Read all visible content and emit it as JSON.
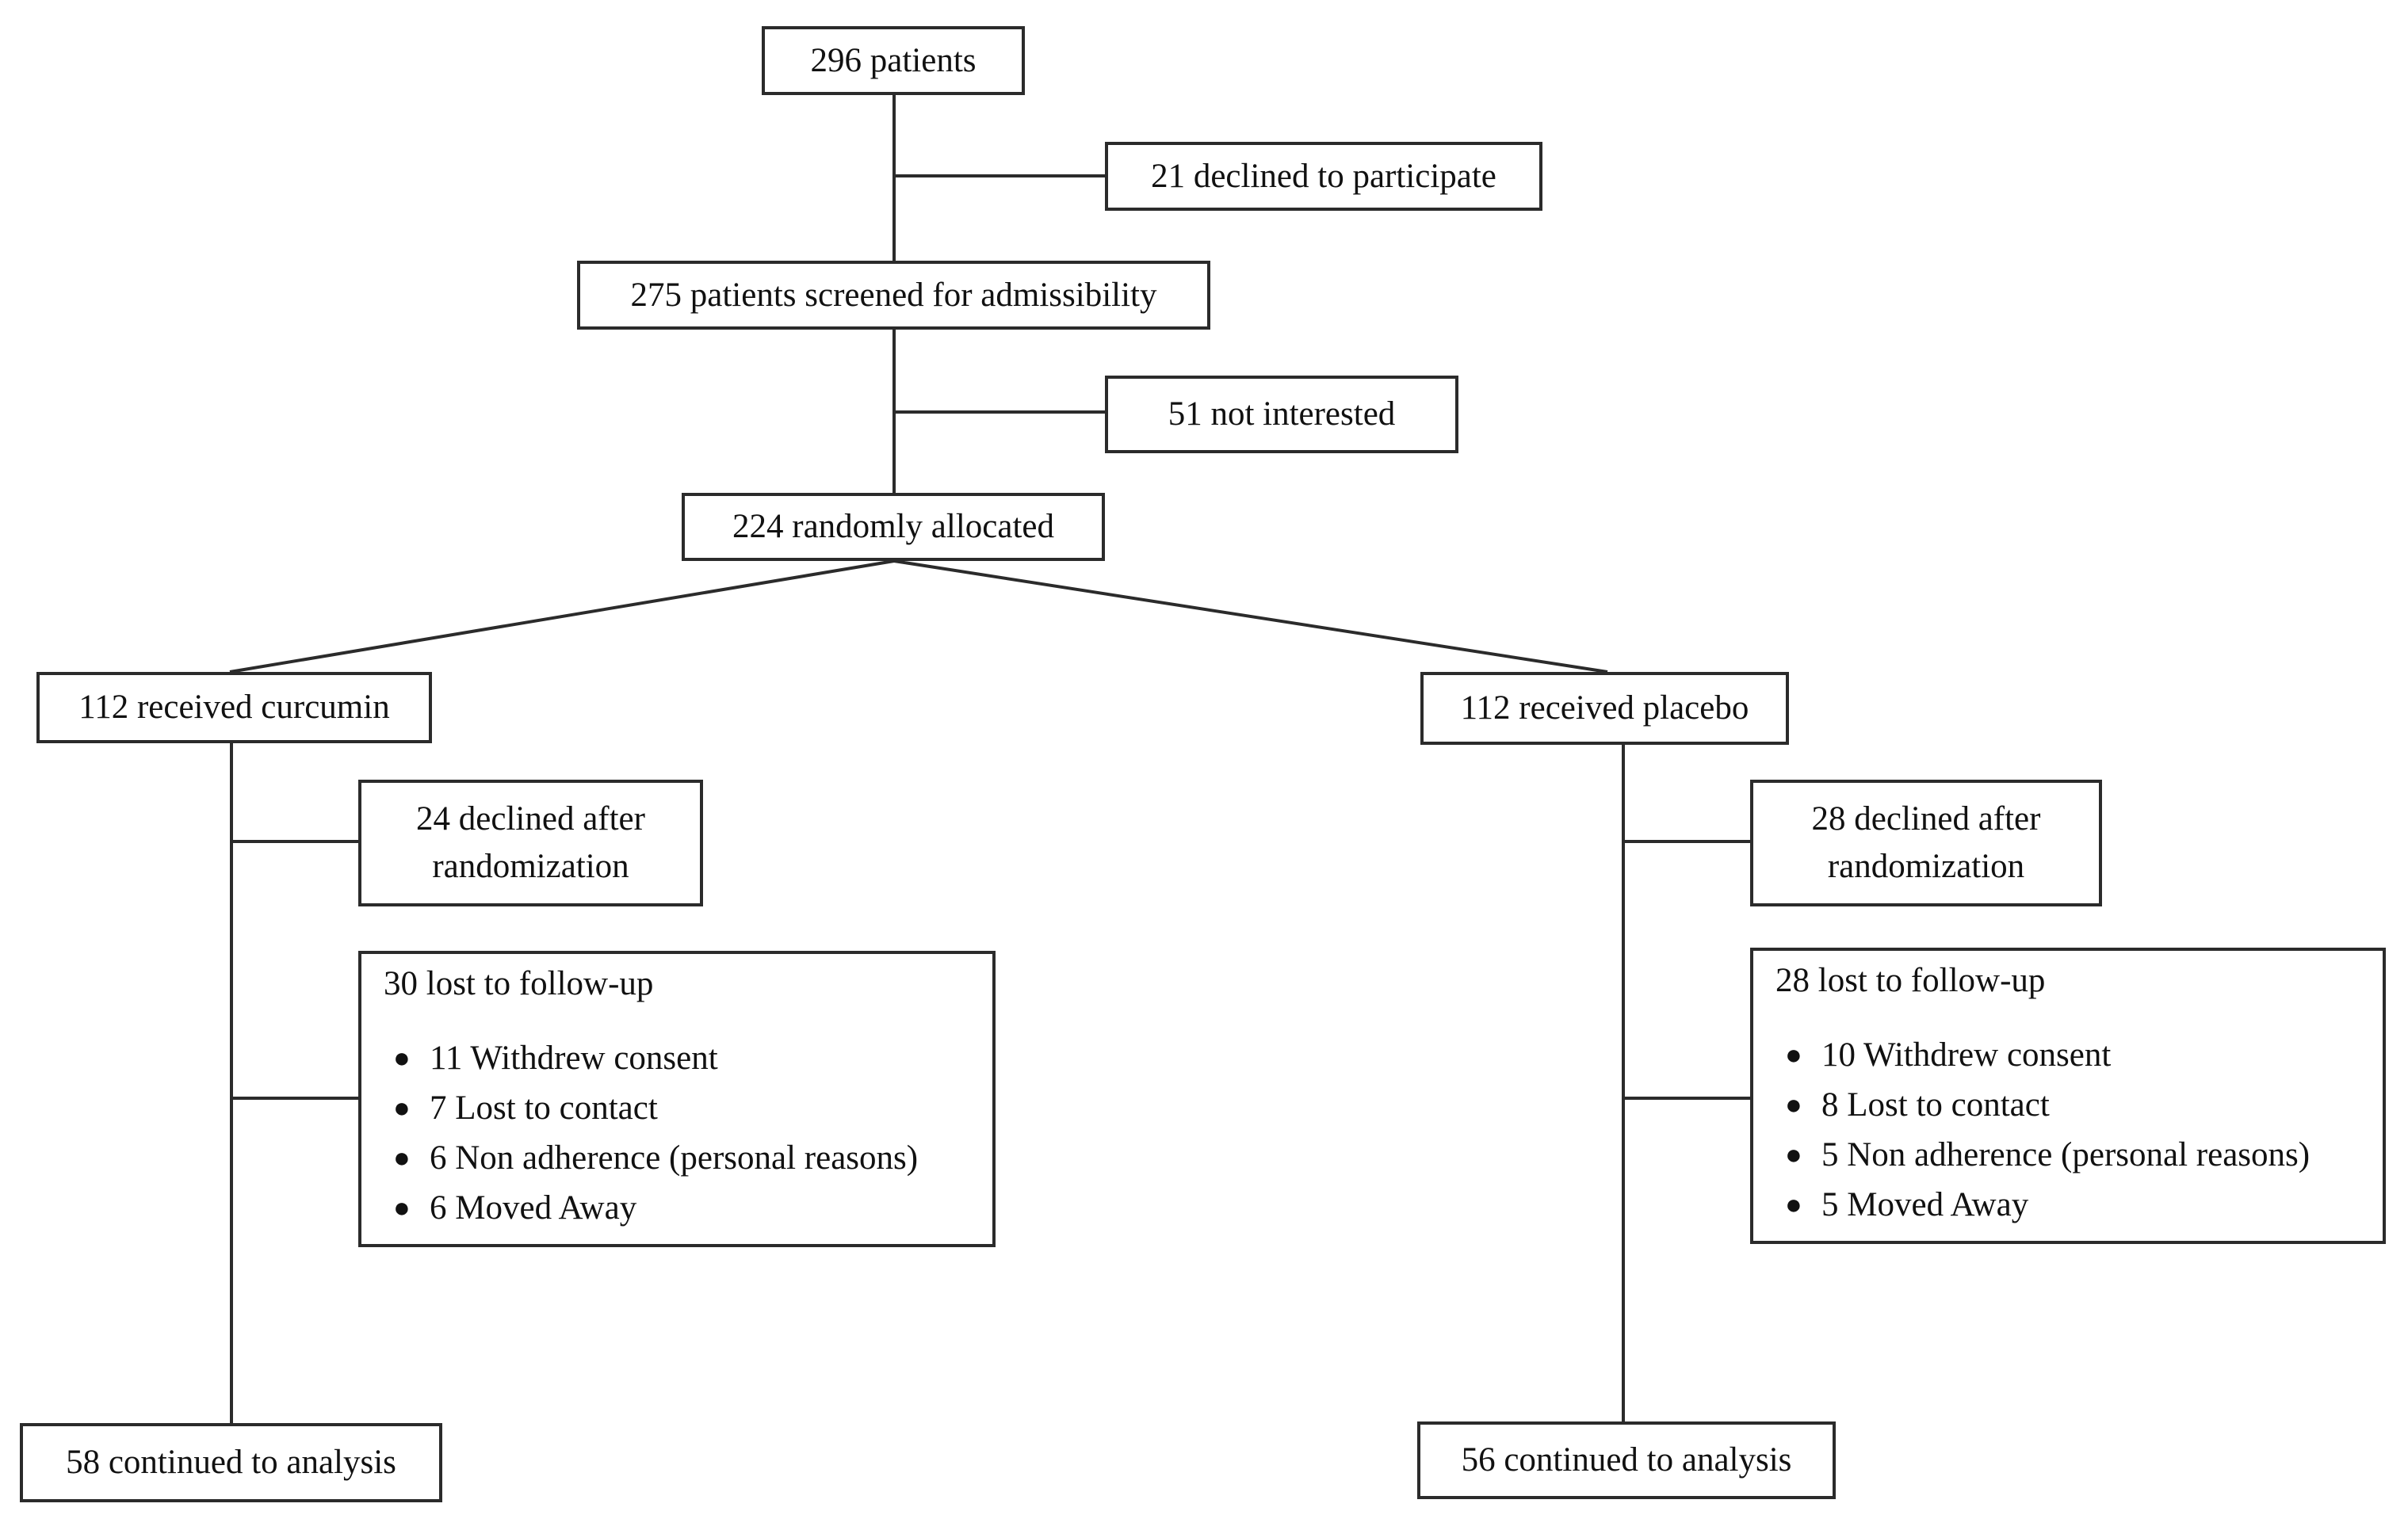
{
  "flow": {
    "total": "296 patients",
    "declined": "21 declined to participate",
    "screened": "275 patients screened for admissibility",
    "not_interested": "51 not interested",
    "allocated": "224 randomly allocated",
    "curcumin": {
      "received": "112 received curcumin",
      "declined_line1": "24 declined after",
      "declined_line2": "randomization",
      "lost_header": "30 lost to follow-up",
      "lost_items": [
        "11 Withdrew consent",
        "7 Lost to contact",
        "6 Non adherence (personal reasons)",
        "6 Moved Away"
      ],
      "analysis": "58 continued to analysis"
    },
    "placebo": {
      "received": "112 received placebo",
      "declined_line1": "28 declined after",
      "declined_line2": "randomization",
      "lost_header": "28 lost to follow-up",
      "lost_items": [
        "10 Withdrew consent",
        "8 Lost to contact",
        "5 Non adherence (personal reasons)",
        "5 Moved Away"
      ],
      "analysis": "56 continued to analysis"
    },
    "bullet_glyph": "●",
    "line_color": "#2b2b2b"
  }
}
